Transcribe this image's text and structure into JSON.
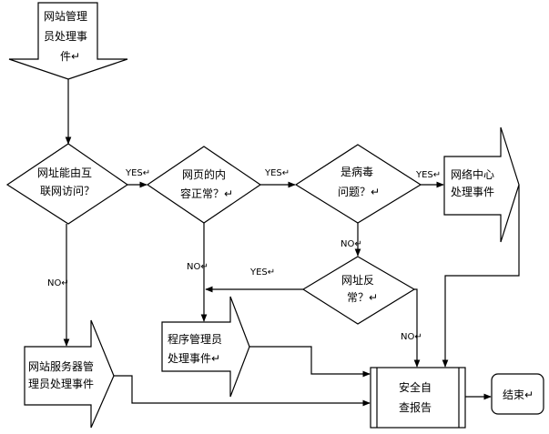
{
  "nodes": {
    "start": [
      "网站管理",
      "员处理事",
      "件↵"
    ],
    "d1": [
      "网址能由互",
      "联网访问？"
    ],
    "d2": [
      "网页的内",
      "容正常？↵"
    ],
    "d3": [
      "是病毒",
      "问题？↵"
    ],
    "d4": [
      "网址反",
      "常？↵"
    ],
    "p_network": [
      "网络中心",
      "处理事件"
    ],
    "p_program": [
      "程序管理员",
      "处理事件↵"
    ],
    "p_server": [
      "网站服务器管",
      "理员处理事件"
    ],
    "p_security": [
      "安全自",
      "查报告"
    ],
    "end": [
      "结束↵"
    ]
  },
  "labels": {
    "yes1": "YES↵",
    "yes2": "YES↵",
    "yes3": "YES↵",
    "yes4": "YES↵",
    "no1": "NO↵",
    "no2": "NO↵",
    "no3": "NO↵",
    "no4": "NO↵"
  }
}
